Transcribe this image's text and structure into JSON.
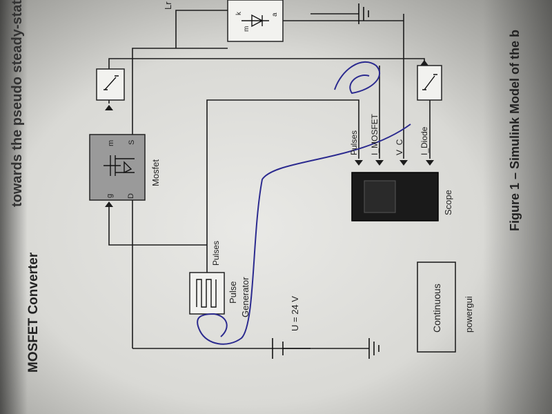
{
  "header_text": "towards the pseudo steady-state.",
  "title": "MOSFET Converter",
  "figure_caption": "Figure 1 – Simulink Model of the b",
  "top_label": "Lr",
  "blocks": {
    "mosfet": {
      "label": "Mosfet",
      "ports": {
        "gate": "g",
        "drain": "D",
        "source": "S",
        "m": "m"
      }
    },
    "diode": {
      "ports": {
        "a": "a",
        "k": "k",
        "m": "m"
      }
    },
    "pulse_generator": {
      "label_line1": "Pulse",
      "label_line2": "Generator"
    },
    "dc_source": {
      "label": "U = 24 V"
    },
    "scope": {
      "label": "Scope"
    },
    "powergui": {
      "label": "Continuous",
      "caption": "powergui"
    }
  },
  "signals": {
    "pulses_top": "Pulses",
    "scope_inputs": [
      "Pulses",
      "I_MOSFET",
      "V_C",
      "I_Diode"
    ]
  },
  "colors": {
    "ink": "#1c1c1c",
    "block_fill": "#9a9a9a",
    "scope_fill": "#1a1a1a",
    "pen": "#2b2a8f"
  }
}
